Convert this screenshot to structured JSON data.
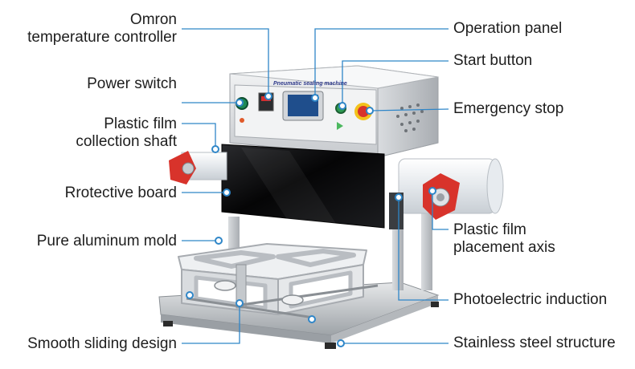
{
  "machine": {
    "plate_text": "Pneumatic sealing machine",
    "colors": {
      "steel_light": "#e9eaec",
      "steel_mid": "#c9ccd0",
      "steel_dark": "#8f9398",
      "board": "#0b0b0c",
      "screen": "#1f4e8c",
      "film": "#eef1f4",
      "flange": "#d8332b",
      "leader": "#2f86c8"
    }
  },
  "labels": {
    "omron": [
      "Omron",
      "temperature controller"
    ],
    "power_switch": [
      "Power switch"
    ],
    "collection_shaft": [
      "Plastic film",
      "collection shaft"
    ],
    "protective_board": [
      "Rrotective board"
    ],
    "aluminum_mold": [
      "Pure aluminum mold"
    ],
    "sliding_design": [
      "Smooth sliding design"
    ],
    "operation_panel": [
      "Operation panel"
    ],
    "start_button": [
      "Start button"
    ],
    "emergency_stop": [
      "Emergency stop"
    ],
    "placement_axis": [
      "Plastic film",
      "placement axis"
    ],
    "photoelectric": [
      "Photoelectric induction"
    ],
    "stainless": [
      "Stainless steel structure"
    ]
  }
}
